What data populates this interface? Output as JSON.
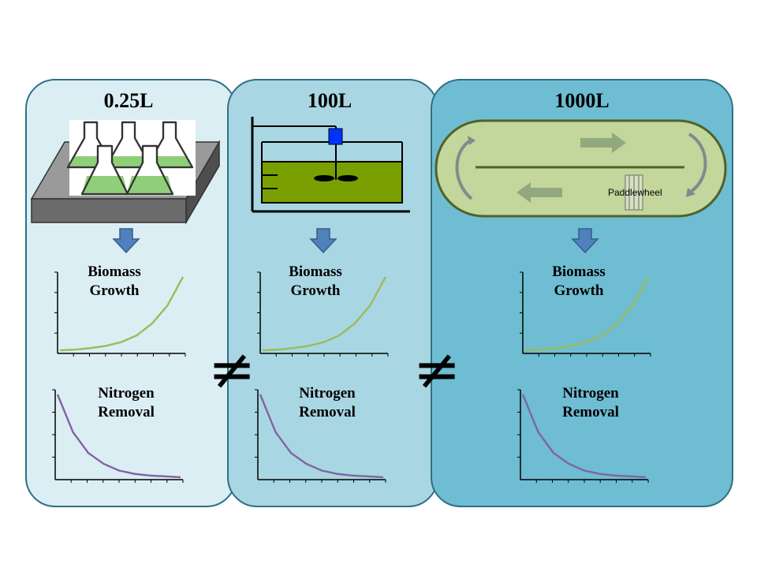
{
  "panels": [
    {
      "title": "0.25L",
      "biomass": [
        "Biomass",
        "Growth"
      ],
      "nitrogen": [
        "Nitrogen",
        "Removal"
      ]
    },
    {
      "title": "100L",
      "biomass": [
        "Biomass",
        "Growth"
      ],
      "nitrogen": [
        "Nitrogen",
        "Removal"
      ]
    },
    {
      "title": "1000L",
      "biomass": [
        "Biomass",
        "Growth"
      ],
      "nitrogen": [
        "Nitrogen",
        "Removal"
      ]
    }
  ],
  "not_equal": "≠",
  "paddlewheel_label": "Paddlewheel",
  "colors": {
    "panel_small": "#dbeef4",
    "panel_medium": "#a9d6e3",
    "panel_large": "#6ebdd2",
    "biomass_curve": "#9bbb59",
    "nitrogen_curve": "#8064a2",
    "arrow": "#4f81bd",
    "culture": "#79a000"
  },
  "chart_data": [
    {
      "type": "line",
      "panel": "0.25L",
      "title": "Biomass Growth",
      "trend": "exponential increase",
      "series": [
        {
          "values": [
            0.02,
            0.03,
            0.05,
            0.08,
            0.13,
            0.22,
            0.38,
            0.62,
            1.0
          ]
        }
      ]
    },
    {
      "type": "line",
      "panel": "0.25L",
      "title": "Nitrogen Removal",
      "trend": "exponential decay",
      "series": [
        {
          "values": [
            1.0,
            0.55,
            0.3,
            0.17,
            0.09,
            0.05,
            0.03,
            0.02,
            0.01
          ]
        }
      ]
    },
    {
      "type": "line",
      "panel": "100L",
      "title": "Biomass Growth",
      "trend": "exponential increase",
      "series": [
        {
          "values": [
            0.02,
            0.03,
            0.05,
            0.08,
            0.13,
            0.22,
            0.38,
            0.62,
            1.0
          ]
        }
      ]
    },
    {
      "type": "line",
      "panel": "100L",
      "title": "Nitrogen Removal",
      "trend": "exponential decay",
      "series": [
        {
          "values": [
            1.0,
            0.55,
            0.3,
            0.17,
            0.09,
            0.05,
            0.03,
            0.02,
            0.01
          ]
        }
      ]
    },
    {
      "type": "line",
      "panel": "1000L",
      "title": "Biomass Growth",
      "trend": "exponential increase",
      "series": [
        {
          "values": [
            0.02,
            0.03,
            0.05,
            0.08,
            0.13,
            0.22,
            0.38,
            0.62,
            1.0
          ]
        }
      ]
    },
    {
      "type": "line",
      "panel": "1000L",
      "title": "Nitrogen Removal",
      "trend": "exponential decay",
      "series": [
        {
          "values": [
            1.0,
            0.55,
            0.3,
            0.17,
            0.09,
            0.05,
            0.03,
            0.02,
            0.01
          ]
        }
      ]
    }
  ]
}
